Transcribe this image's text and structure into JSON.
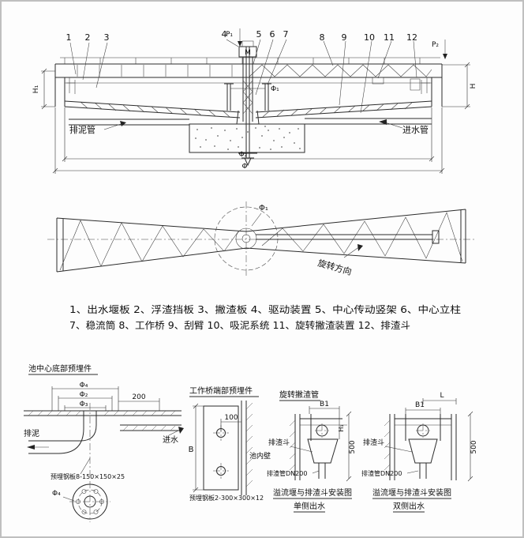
{
  "callouts": [
    "1",
    "2",
    "3",
    "4",
    "5",
    "6",
    "7",
    "8",
    "9",
    "10",
    "11",
    "12"
  ],
  "section_view": {
    "p1": "P₁",
    "p2": "P₂",
    "motor": "M",
    "h1": "H₁",
    "h": "H",
    "phi1": "Φ₁",
    "phi2": "Φ₂",
    "phi": "Φ",
    "sludge_pipe": "排泥管",
    "inlet_pipe": "进水管"
  },
  "plan_view": {
    "phi1": "Φ₁",
    "rotation": "旋转方向"
  },
  "legend": {
    "line1": "1、出水堰板  2、浮渣挡板  3、撇渣板  4、驱动装置  5、中心传动竖架  6、中心立柱",
    "line2": "7、稳流筒  8、工作桥  9、刮臂  10、吸泥系统  11、旋转撇渣装置  12、排渣斗"
  },
  "detail_center": {
    "title": "池中心底部预埋件",
    "phi4": "Φ₄",
    "phi2": "Φ₂",
    "phi3": "Φ₃",
    "dim_200": "200",
    "sludge": "排泥",
    "inlet": "进水",
    "plate_note": "预埋钢板8-150×150×25",
    "flange_phi4": "Φ₄"
  },
  "detail_bridge": {
    "title": "工作桥端部预埋件",
    "dim_100": "100",
    "dim_b": "B",
    "wall": "池内壁",
    "plate_note": "预埋钢板2-300×300×12"
  },
  "detail_single": {
    "title": "旋转撇渣管",
    "dim_b1": "B1",
    "dim_h1": "H₁",
    "hopper": "排渣斗",
    "pipe": "排渣管DN200",
    "dim_500": "500",
    "caption": "溢流堰与排渣斗安装图",
    "subcaption": "单侧出水"
  },
  "detail_double": {
    "dim_l": "L",
    "dim_b1": "B1",
    "hopper": "排渣斗",
    "pipe": "排渣管DN200",
    "dim_500": "500",
    "caption": "溢流堰与排渣斗安装图",
    "subcaption": "双侧出水"
  }
}
